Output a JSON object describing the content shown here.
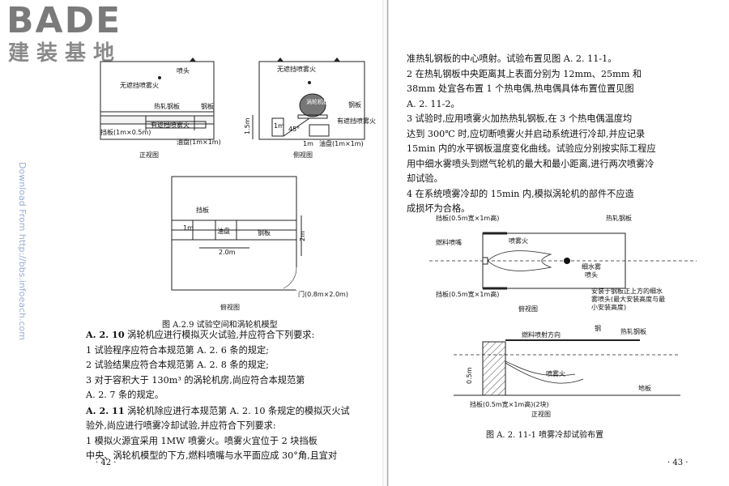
{
  "logo": {
    "brand": "BADE",
    "sub": "建装基地"
  },
  "watermark": "Download From http://bbs.infoeach.com",
  "left": {
    "front": {
      "nozzle": "喷头",
      "fire_unshielded": "无遮挡喷雾火",
      "plate": "热轧钢板",
      "steel": "钢板",
      "fire_shielded": "有遮挡喷雾火",
      "baffle": "挡板(1m×0.5m)",
      "tray": "油盘(1m×1m)",
      "caption": "正视图"
    },
    "side": {
      "fire_unshielded": "无遮挡喷雾火",
      "engine": "涡轮机模",
      "steel": "钢板",
      "h": "1.5m",
      "w": "1m",
      "angle": "45°",
      "fire_shielded": "有遮挡喷雾火",
      "tray_w": "1m",
      "tray": "油盘(1m×1m)",
      "caption": "侧视图"
    },
    "top": {
      "baffle": "挡板",
      "w1": "1m",
      "tray": "油盘",
      "steel": "钢板",
      "dim": "2.0m",
      "h": "2m",
      "door": "门(0.8m×2.0m)",
      "caption": "俯视图"
    },
    "figure_caption": "图 A.2.9   试验空间和涡轮机模型",
    "paras": [
      {
        "no": "A. 2. 10",
        "text": "   涡轮机应进行模拟灭火试验,并应符合下列要求:"
      },
      {
        "no": "",
        "text": "    1   试验程序应符合本规范第 A. 2. 6 条的规定;"
      },
      {
        "no": "",
        "text": "    2   试验结果应符合本规范第 A. 2. 8 条的规定;"
      },
      {
        "no": "",
        "text": "    3   对于容积大于 130m³ 的涡轮机房,尚应符合本规范第"
      },
      {
        "no": "",
        "text": "A. 2. 7 条的规定。"
      },
      {
        "no": "A. 2. 11",
        "text": "   涡轮机除应进行本规范第 A. 2. 10 条规定的模拟灭火试"
      },
      {
        "no": "",
        "text": "验外,尚应进行喷雾冷却试验,并应符合下列要求:"
      },
      {
        "no": "",
        "text": "    1   模拟火源宜采用 1MW 喷雾火。喷雾火宜位于 2 块挡板"
      },
      {
        "no": "",
        "text": "中央、涡轮机模型的下方,燃料喷嘴与水平面应成 30°角,且宜对"
      }
    ],
    "page_no": "· 42 ·"
  },
  "right": {
    "paras": [
      "准热轧钢板的中心喷射。试验布置见图 A. 2. 11-1。",
      "    2   在热轧钢板中央距离其上表面分别为 12mm、25mm 和",
      "38mm 处宜各布置 1 个热电偶,热电偶具体布置位置见图",
      "A. 2. 11-2。",
      "    3   试验时,应用喷雾火加热热轧钢板,在 3 个热电偶温度均",
      "达到 300℃ 时,应切断喷雾火并启动系统进行冷却,并应记录",
      "15min 内的水平钢板温度变化曲线。试验应分别按实际工程应",
      "用中细水雾喷头到燃气轮机的最大和最小距离,进行两次喷雾冷",
      "却试验。",
      "    4   在系统喷雾冷却的 15min 内,模拟涡轮机的部件不应造",
      "成损坏为合格。"
    ],
    "top": {
      "baffle_top": "挡板(0.5m宽×1m高)",
      "plate": "热轧钢板",
      "nozzle": "燃料喷嘴",
      "fire": "喷雾火",
      "mist1": "细水雾",
      "mist2": "喷头",
      "baffle_bot": "挡板(0.5m宽×1m高)",
      "note1": "安装于钢板正上方的细水",
      "note2": "雾喷头(最大安装高度与最",
      "note3": "小安装高度)",
      "caption": "俯视图"
    },
    "front": {
      "steel": "钢",
      "plate": "热轧钢板",
      "dir": "燃料喷射方向",
      "fire": "喷雾火",
      "h": "0.5m",
      "floor": "地板",
      "baffle": "挡板(0.5m宽×1m高)(2块)",
      "caption": "正视图"
    },
    "figure_caption": "图 A. 2. 11-1   喷雾冷却试验布置",
    "page_no": "· 43 ·"
  }
}
